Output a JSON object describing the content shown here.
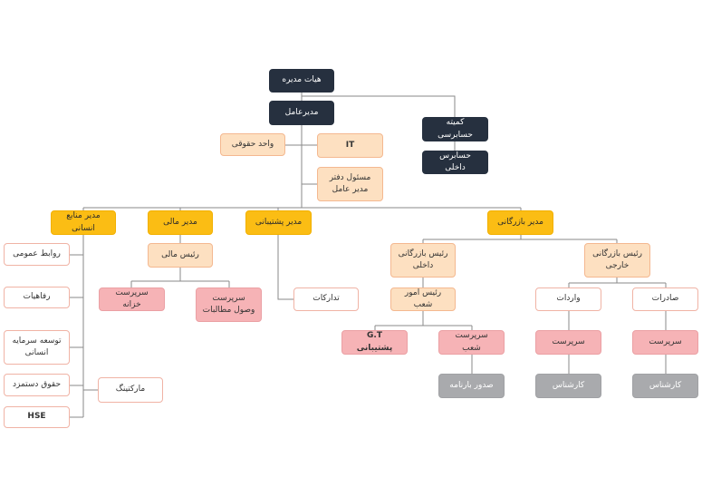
{
  "nodes": {
    "board": "هیات مدیره",
    "ceo": "مدیرعامل",
    "audit_committee": "کمیته حسابرسی",
    "internal_auditor": "حسابرس داخلی",
    "it": "IT",
    "legal": "واحد حقوقی",
    "office_manager": "مسئول دفتر مدیر عامل",
    "hr_manager": "مدیر منابع انسانی",
    "finance_manager": "مدیر مالی",
    "support_manager": "مدیر پشتیبانی",
    "commerce_manager": "مدیر بازرگانی",
    "public_relations": "روابط عمومی",
    "welfare": "رفاهیات",
    "hr_development": "توسعه سرمایه انسانی",
    "payroll": "حقوق دستمزد",
    "hse": "HSE",
    "marketing": "مارکتینگ",
    "finance_head": "رئیس مالی",
    "treasury": "سرپرست خزانه",
    "collections": "سرپرست وصول مطالبات",
    "procurement": "تدارکات",
    "internal_commerce": "رئیس بازرگانی داخلی",
    "external_commerce": "رئیس بازرگانی خارجی",
    "branch_affairs": "رئیس امور شعب",
    "gt_support": "G.T پشتیبانی",
    "branch_supervisor": "سرپرست شعب",
    "bill_of_lading": "صدور بارنامه",
    "imports": "واردات",
    "exports": "صادرات",
    "imports_supervisor": "سرپرست",
    "exports_supervisor": "سرپرست",
    "imports_expert": "کارشناس",
    "exports_expert": "کارشناس"
  },
  "colors": {
    "navy": "#26303f",
    "gold": "#fbbd14",
    "peach": "#fde0c1",
    "pink": "#f6b3b6",
    "gray": "#a9aaad",
    "line": "#8a8a8a"
  }
}
